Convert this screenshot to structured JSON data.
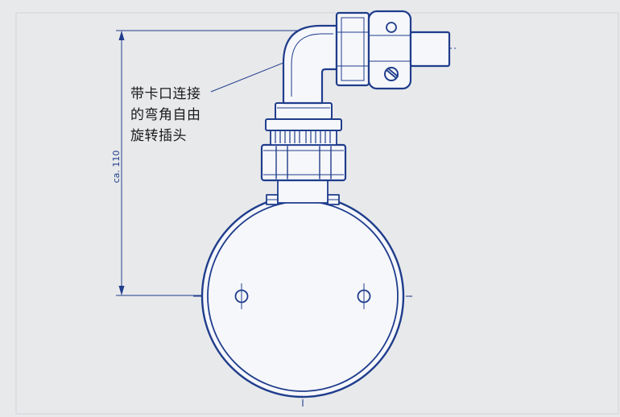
{
  "callout": {
    "lines": [
      "带卡口连接",
      "的弯角自由",
      "旋转插头"
    ]
  },
  "dimension": {
    "height_label": "ca. 110"
  },
  "colors": {
    "background": "#e8e9eb",
    "line": "#1f3d8c",
    "text": "#1a1a1a"
  }
}
